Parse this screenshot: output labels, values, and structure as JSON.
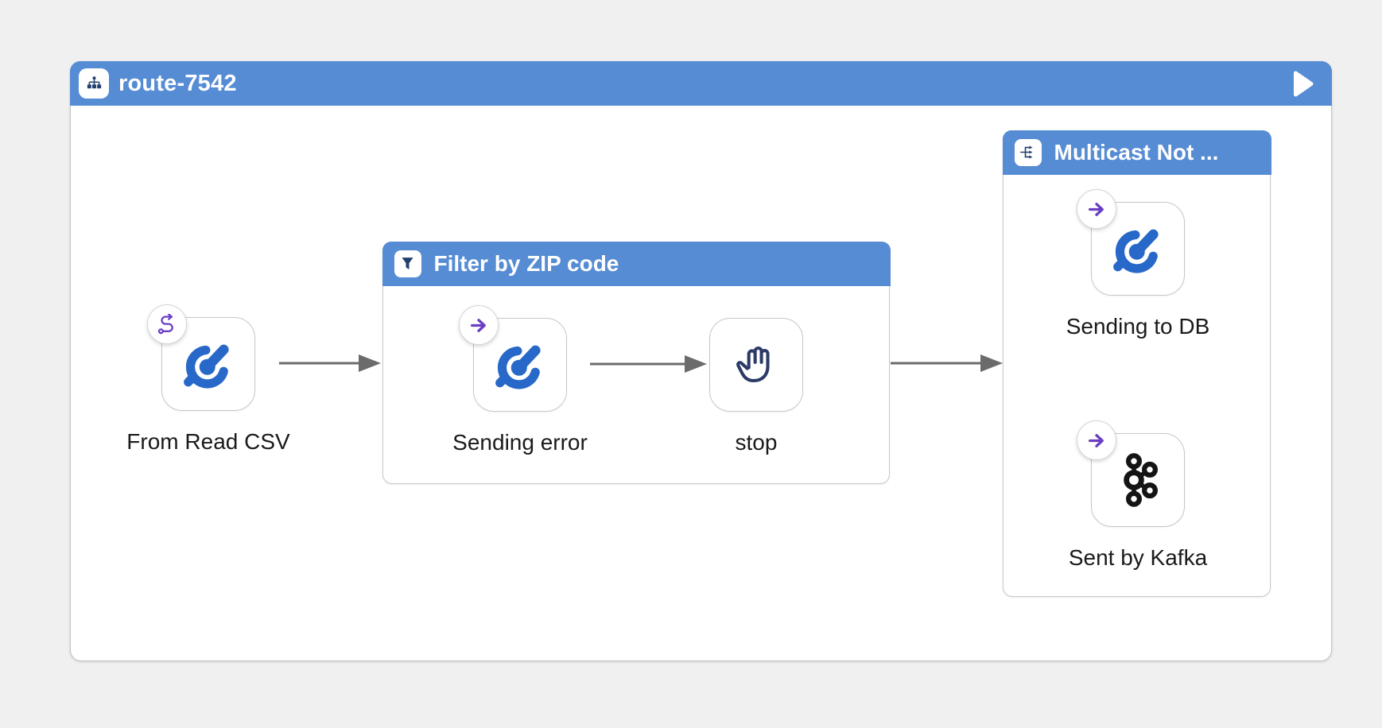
{
  "route": {
    "title": "route-7542",
    "run_button_tooltip": "Run route"
  },
  "containers": {
    "filter": {
      "title": "Filter by ZIP code",
      "header_icon": "filter-funnel-icon"
    },
    "multicast": {
      "title": "Multicast Not ...",
      "header_icon": "multicast-icon"
    }
  },
  "nodes": {
    "from_read_csv": {
      "label": "From Read CSV",
      "icon": "camel-logo-icon",
      "badge": "route-path-icon"
    },
    "sending_error": {
      "label": "Sending error",
      "icon": "camel-logo-icon",
      "badge": "arrow-right-icon"
    },
    "stop": {
      "label": "stop",
      "icon": "hand-stop-icon"
    },
    "sending_to_db": {
      "label": "Sending to DB",
      "icon": "camel-logo-icon",
      "badge": "arrow-right-icon"
    },
    "sent_by_kafka": {
      "label": "Sent by Kafka",
      "icon": "kafka-logo-icon",
      "badge": "arrow-right-icon"
    }
  },
  "colors": {
    "canvas_background": "#F0F0F1",
    "header_blue": "#568CD4",
    "camel_blue": "#2768C8",
    "badge_purple": "#6B3FC4",
    "arrow_gray": "#6B6B6B",
    "chip_icon_navy": "#223F6E",
    "hand_navy": "#2B3A66",
    "kafka_black": "#141414",
    "label_text": "#1A1A1A",
    "title_text": "#FFFFFF"
  }
}
